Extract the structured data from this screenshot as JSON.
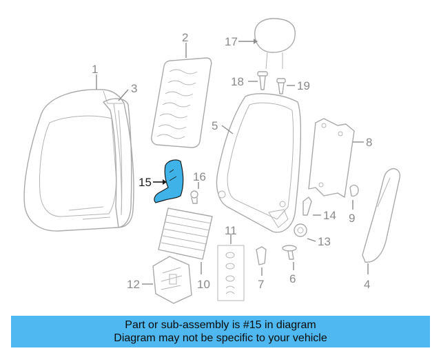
{
  "diagram": {
    "callouts": {
      "c1": "1",
      "c2": "2",
      "c3": "3",
      "c4": "4",
      "c5": "5",
      "c6": "6",
      "c7": "7",
      "c8": "8",
      "c9": "9",
      "c10": "10",
      "c11": "11",
      "c12": "12",
      "c13": "13",
      "c14": "14",
      "c15": "15",
      "c16": "16",
      "c17": "17",
      "c18": "18",
      "c19": "19"
    },
    "highlighted_part": "15",
    "highlight_color": "#3fb3e8",
    "outline_color": "#a9a9a9"
  },
  "banner": {
    "line1": "Part or sub-assembly is #15 in diagram",
    "line2": "Diagram may not be specific to your vehicle",
    "background": "#50b8f0"
  }
}
